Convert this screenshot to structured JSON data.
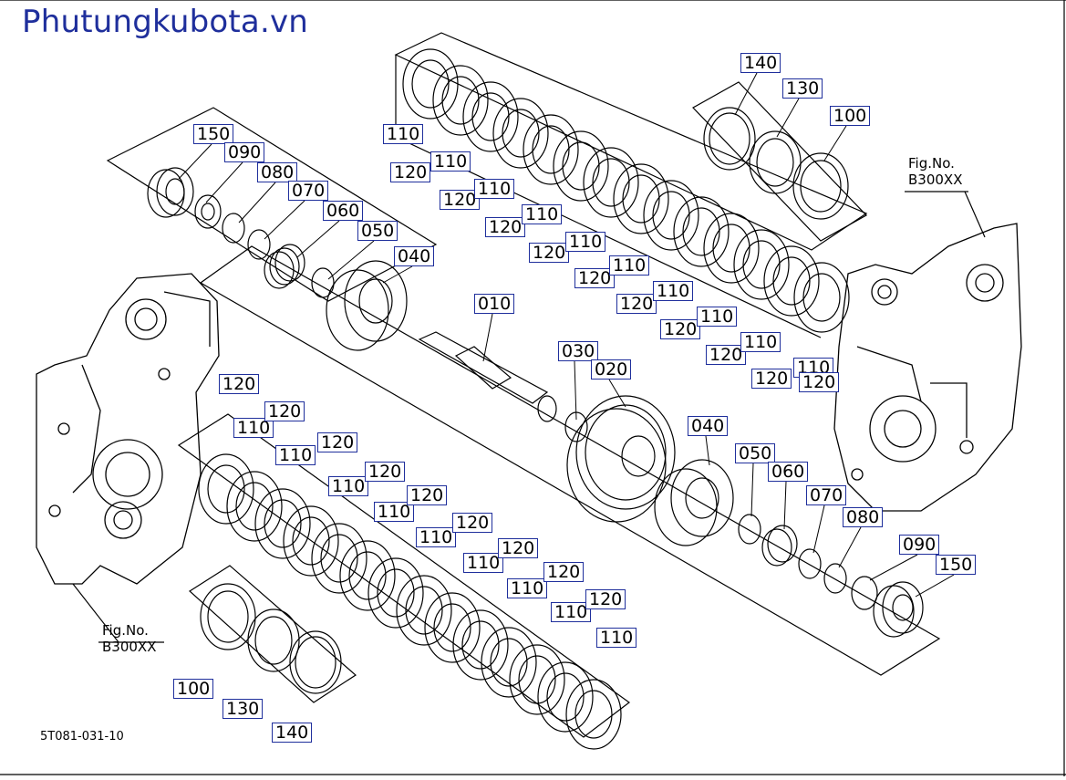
{
  "site_watermark": "Phutungkubota.vn",
  "drawing_number": "5T081-031-10",
  "fig_refs": [
    {
      "line1": "Fig.No.",
      "line2": "B300XX"
    },
    {
      "line1": "Fig.No.",
      "line2": "B300XX"
    }
  ],
  "callouts": [
    {
      "label": "150"
    },
    {
      "label": "090"
    },
    {
      "label": "080"
    },
    {
      "label": "070"
    },
    {
      "label": "060"
    },
    {
      "label": "050"
    },
    {
      "label": "040"
    },
    {
      "label": "010"
    },
    {
      "label": "140"
    },
    {
      "label": "130"
    },
    {
      "label": "100"
    },
    {
      "label": "110"
    },
    {
      "label": "120"
    },
    {
      "label": "110"
    },
    {
      "label": "120"
    },
    {
      "label": "110"
    },
    {
      "label": "120"
    },
    {
      "label": "110"
    },
    {
      "label": "120"
    },
    {
      "label": "110"
    },
    {
      "label": "120"
    },
    {
      "label": "110"
    },
    {
      "label": "120"
    },
    {
      "label": "110"
    },
    {
      "label": "120"
    },
    {
      "label": "110"
    },
    {
      "label": "120"
    },
    {
      "label": "110"
    },
    {
      "label": "120"
    },
    {
      "label": "110"
    },
    {
      "label": "120"
    },
    {
      "label": "030"
    },
    {
      "label": "020"
    },
    {
      "label": "040"
    },
    {
      "label": "050"
    },
    {
      "label": "060"
    },
    {
      "label": "070"
    },
    {
      "label": "080"
    },
    {
      "label": "090"
    },
    {
      "label": "150"
    },
    {
      "label": "120"
    },
    {
      "label": "110"
    },
    {
      "label": "120"
    },
    {
      "label": "110"
    },
    {
      "label": "120"
    },
    {
      "label": "110"
    },
    {
      "label": "120"
    },
    {
      "label": "110"
    },
    {
      "label": "120"
    },
    {
      "label": "110"
    },
    {
      "label": "120"
    },
    {
      "label": "110"
    },
    {
      "label": "120"
    },
    {
      "label": "110"
    },
    {
      "label": "120"
    },
    {
      "label": "110"
    },
    {
      "label": "120"
    },
    {
      "label": "110"
    },
    {
      "label": "100"
    },
    {
      "label": "130"
    },
    {
      "label": "140"
    }
  ]
}
